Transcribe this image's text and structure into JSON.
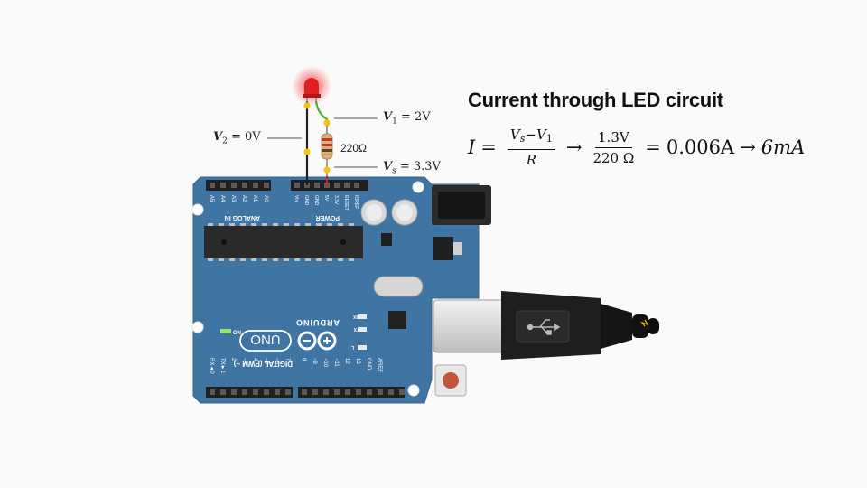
{
  "title": "Current through LED circuit",
  "formula": {
    "lhs": "I",
    "eq": "=",
    "frac1_num_a": "V",
    "frac1_num_a_sub": "s",
    "frac1_num_minus": "−",
    "frac1_num_b": "V",
    "frac1_num_b_sub": "1",
    "frac1_den": "R",
    "arrow1": "→",
    "frac2_num": "1.3V",
    "frac2_den": "220 Ω",
    "eq2": "=",
    "value": "0.006A",
    "arrow2": "→",
    "result": "6mA"
  },
  "labels": {
    "v1_sym": "V",
    "v1_sub": "1",
    "v1_val": "= 2V",
    "v2_sym": "V",
    "v2_sub": "2",
    "v2_val": "= 0V",
    "vs_sym": "V",
    "vs_sub": "s",
    "vs_val": "= 3.3V",
    "resistor": "220Ω"
  },
  "board": {
    "name": "ARDUINO",
    "model": "UNO",
    "power_header": "POWER",
    "analog_header": "ANALOG IN",
    "digital_header": "DIGITAL (PWM ~)",
    "on_label": "ON",
    "tx_label": "TX",
    "rx_label": "RX",
    "l_label": "L",
    "power_pins": [
      "Vin",
      "GND",
      "GND",
      "5V",
      "3.3V",
      "RESET",
      "IOREF"
    ],
    "analog_pins": [
      "A5",
      "A4",
      "A3",
      "A2",
      "A1",
      "A0"
    ],
    "digital_pins": [
      "RX◄0",
      "TX►1",
      "2",
      "~3",
      "4",
      "~5",
      "~6",
      "7",
      "8",
      "~9",
      "~10",
      "~11",
      "12",
      "13",
      "GND",
      "AREF"
    ]
  },
  "colors": {
    "board": "#3f74a3",
    "led": "#e02020",
    "wire_green": "#4caf2a",
    "wire_black": "#222222",
    "joint": "#f4c20d"
  }
}
